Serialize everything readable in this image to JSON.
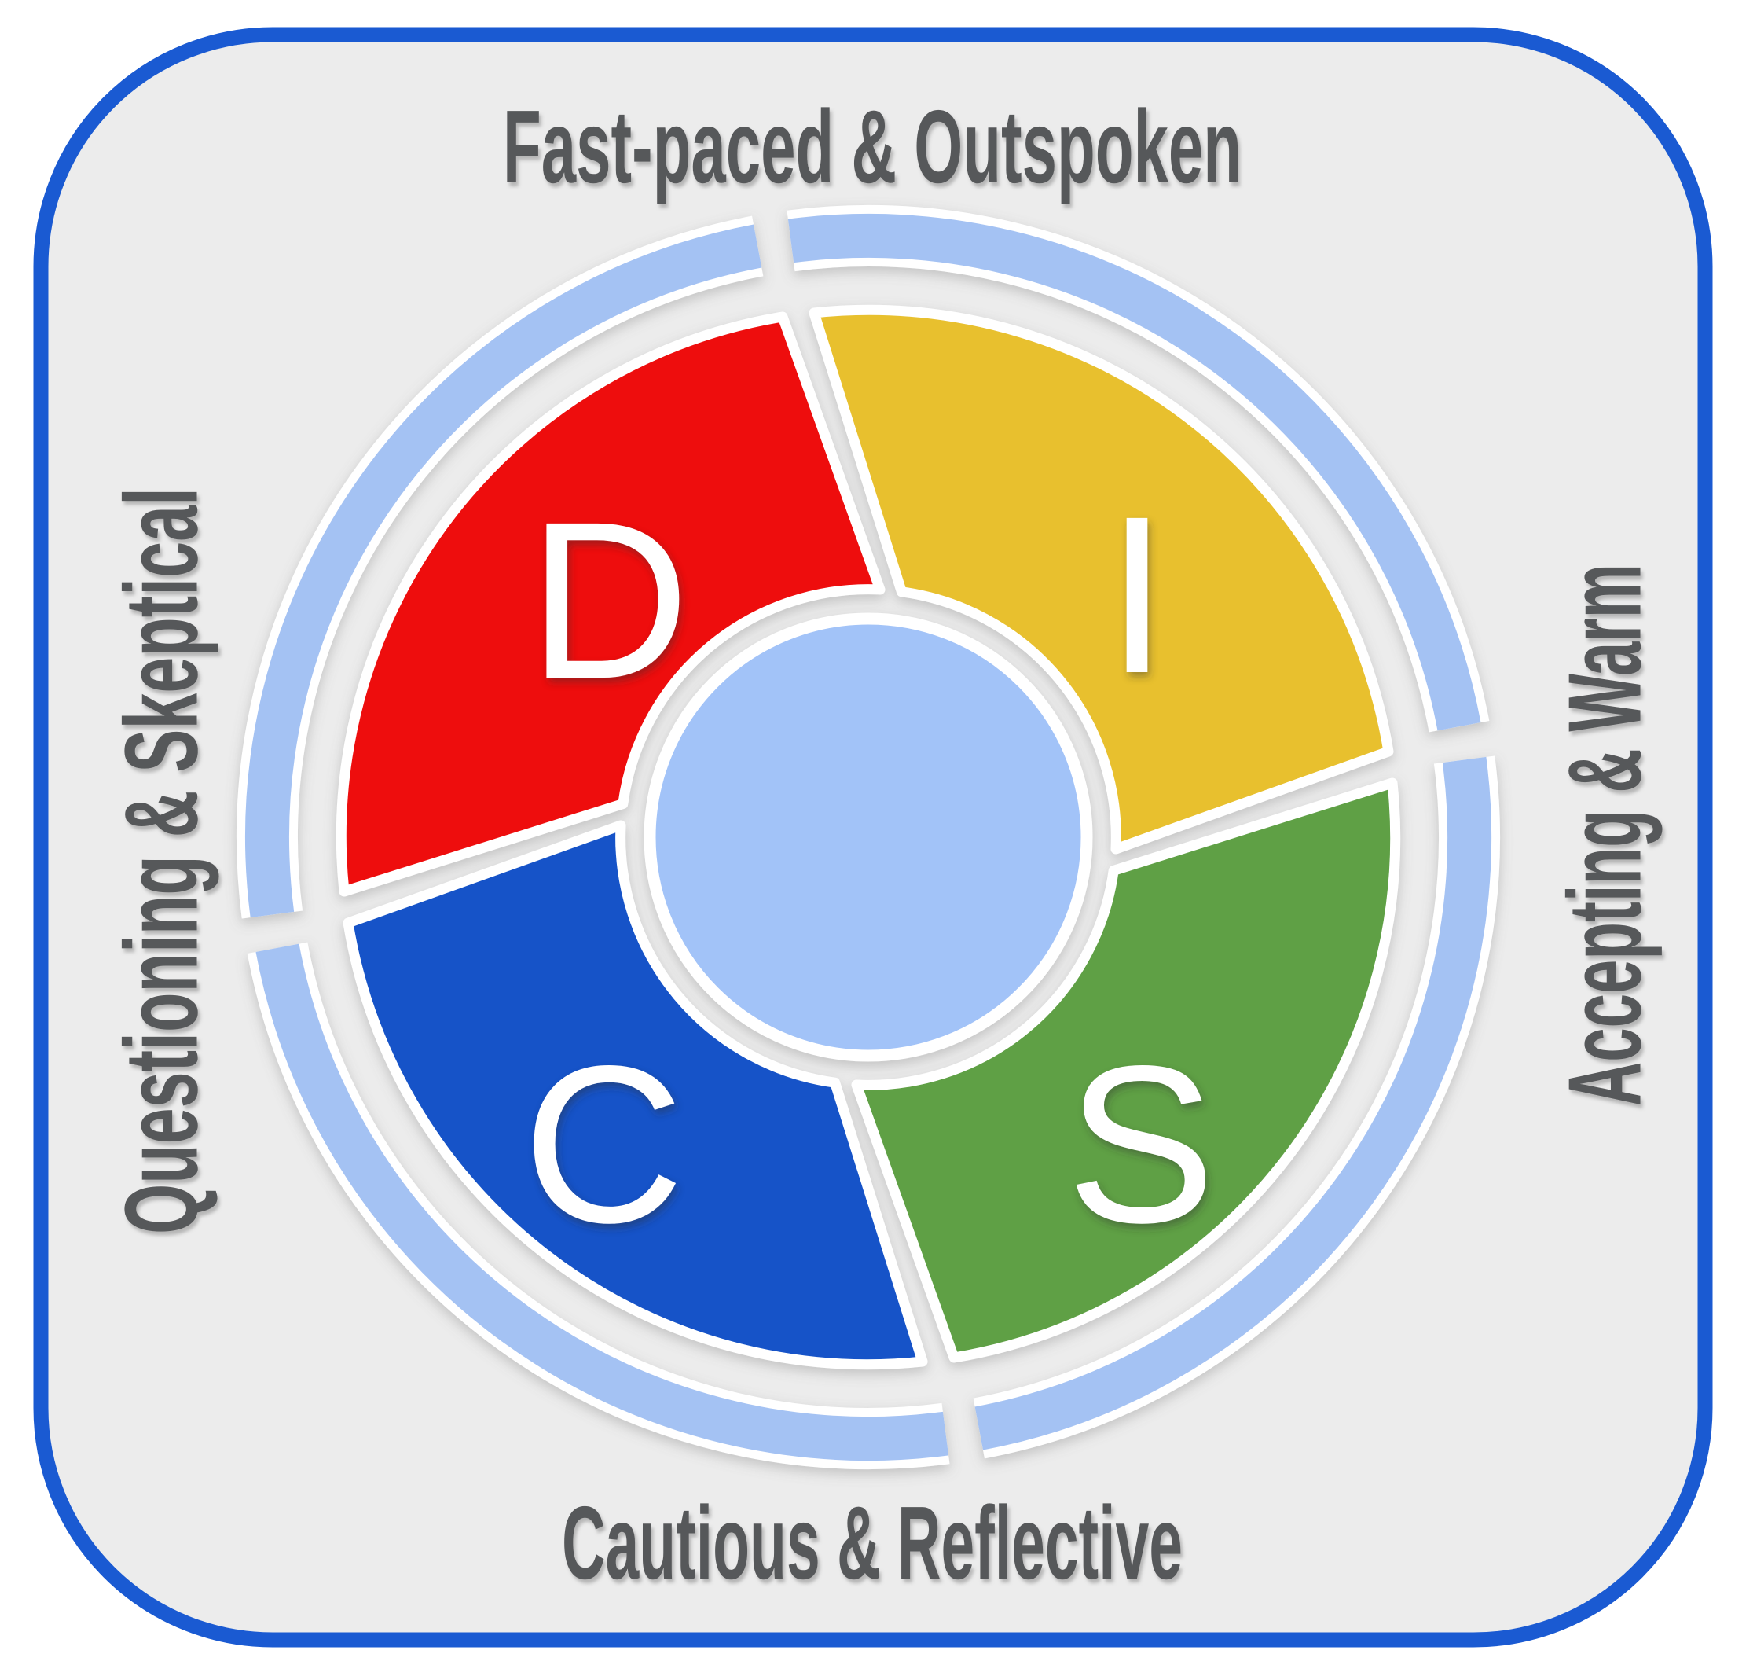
{
  "title": "DiSC personality model wheel",
  "card": {
    "background": "#ececec",
    "border_color": "#1a5ad2"
  },
  "axis_labels": {
    "top": "Fast-paced & Outspoken",
    "right": "Accepting & Warm",
    "bottom": "Cautious & Reflective",
    "left": "Questioning & Skeptical",
    "color": "#57585a"
  },
  "quadrants": [
    {
      "letter": "D",
      "position": "top-left",
      "color": "#ee1111"
    },
    {
      "letter": "I",
      "position": "top-right",
      "color": "#e8c02e"
    },
    {
      "letter": "S",
      "position": "bottom-right",
      "color": "#5ea044"
    },
    {
      "letter": "C",
      "position": "bottom-left",
      "color": "#1253c8"
    }
  ],
  "wheel": {
    "hub_color": "#a2c3f8",
    "ring_color": "#a4c2f3",
    "letter_color": "#ffffff"
  }
}
